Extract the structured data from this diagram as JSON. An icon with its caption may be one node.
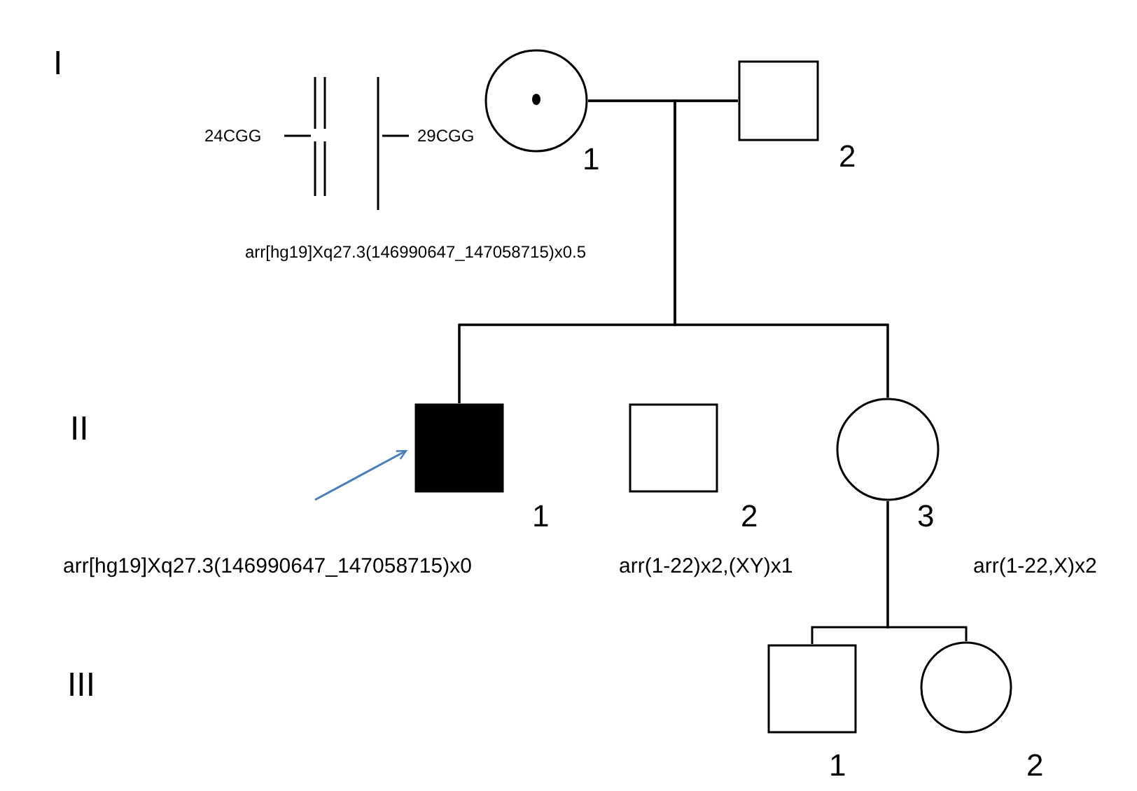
{
  "diagram": {
    "nodes": [
      {
        "text": [
          "1"
        ]
      },
      {
        "text": [
          "2"
        ]
      },
      {
        "text": [
          "1"
        ],
        "beside": [
          "arr[hg19]Xq27.3(146990647_147058715)x0"
        ]
      },
      {
        "text": [
          "2"
        ],
        "beside": [
          "arr(1-22)x2,(XY)x1"
        ]
      },
      {
        "text": [
          "3"
        ],
        "beside": [
          "arr(1-22,X)x2"
        ]
      },
      {
        "text": [
          "1"
        ]
      },
      {
        "text": [
          "2"
        ]
      }
    ],
    "edges": [
      {
        "from": 0,
        "to": 1,
        "arrow": "none"
      },
      {
        "from": 0,
        "to": 2,
        "arrow": "none"
      },
      {
        "from": 1,
        "to": 2,
        "arrow": "none"
      },
      {
        "from": 0,
        "to": 4,
        "arrow": "none"
      },
      {
        "from": 1,
        "to": 4,
        "arrow": "none"
      },
      {
        "from": 4,
        "to": 5,
        "arrow": "none"
      },
      {
        "from": 4,
        "to": 6,
        "arrow": "none"
      },
      {
        "from": null,
        "to": 2,
        "arrow": "to",
        "color": "#4a7ebb"
      }
    ],
    "labels": [
      "I",
      "II",
      "III",
      "24CGG",
      "29CGG",
      "arr[hg19]Xq27.3(146990647_147058715)x0.5"
    ]
  }
}
